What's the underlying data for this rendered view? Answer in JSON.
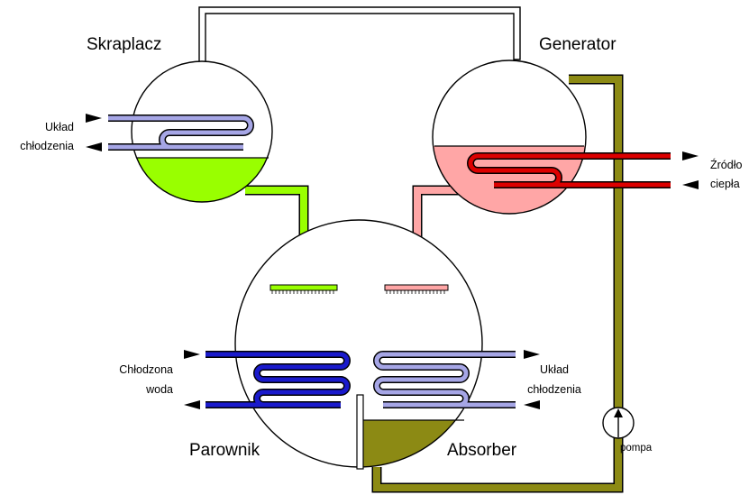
{
  "labels": {
    "condenser": "Skraplacz",
    "generator": "Generator",
    "evaporator": "Parownik",
    "absorber": "Absorber",
    "condenser_cooling_1": "Układ",
    "condenser_cooling_2": "chłodzenia",
    "heat_source_1": "Źródło",
    "heat_source_2": "ciepła",
    "chilled_water_1": "Chłodzona",
    "chilled_water_2": "woda",
    "absorber_cooling_1": "Układ",
    "absorber_cooling_2": "chłodzenia",
    "pump": "pompa"
  },
  "colors": {
    "condensate": "#99ff00",
    "absorbent": "#8c8a14",
    "hot_solution": "#ffa6a6",
    "heat_coil": "#dd0000",
    "chilled_coil": "#1a1acc",
    "cooling_coil": "#a6a6e6"
  }
}
